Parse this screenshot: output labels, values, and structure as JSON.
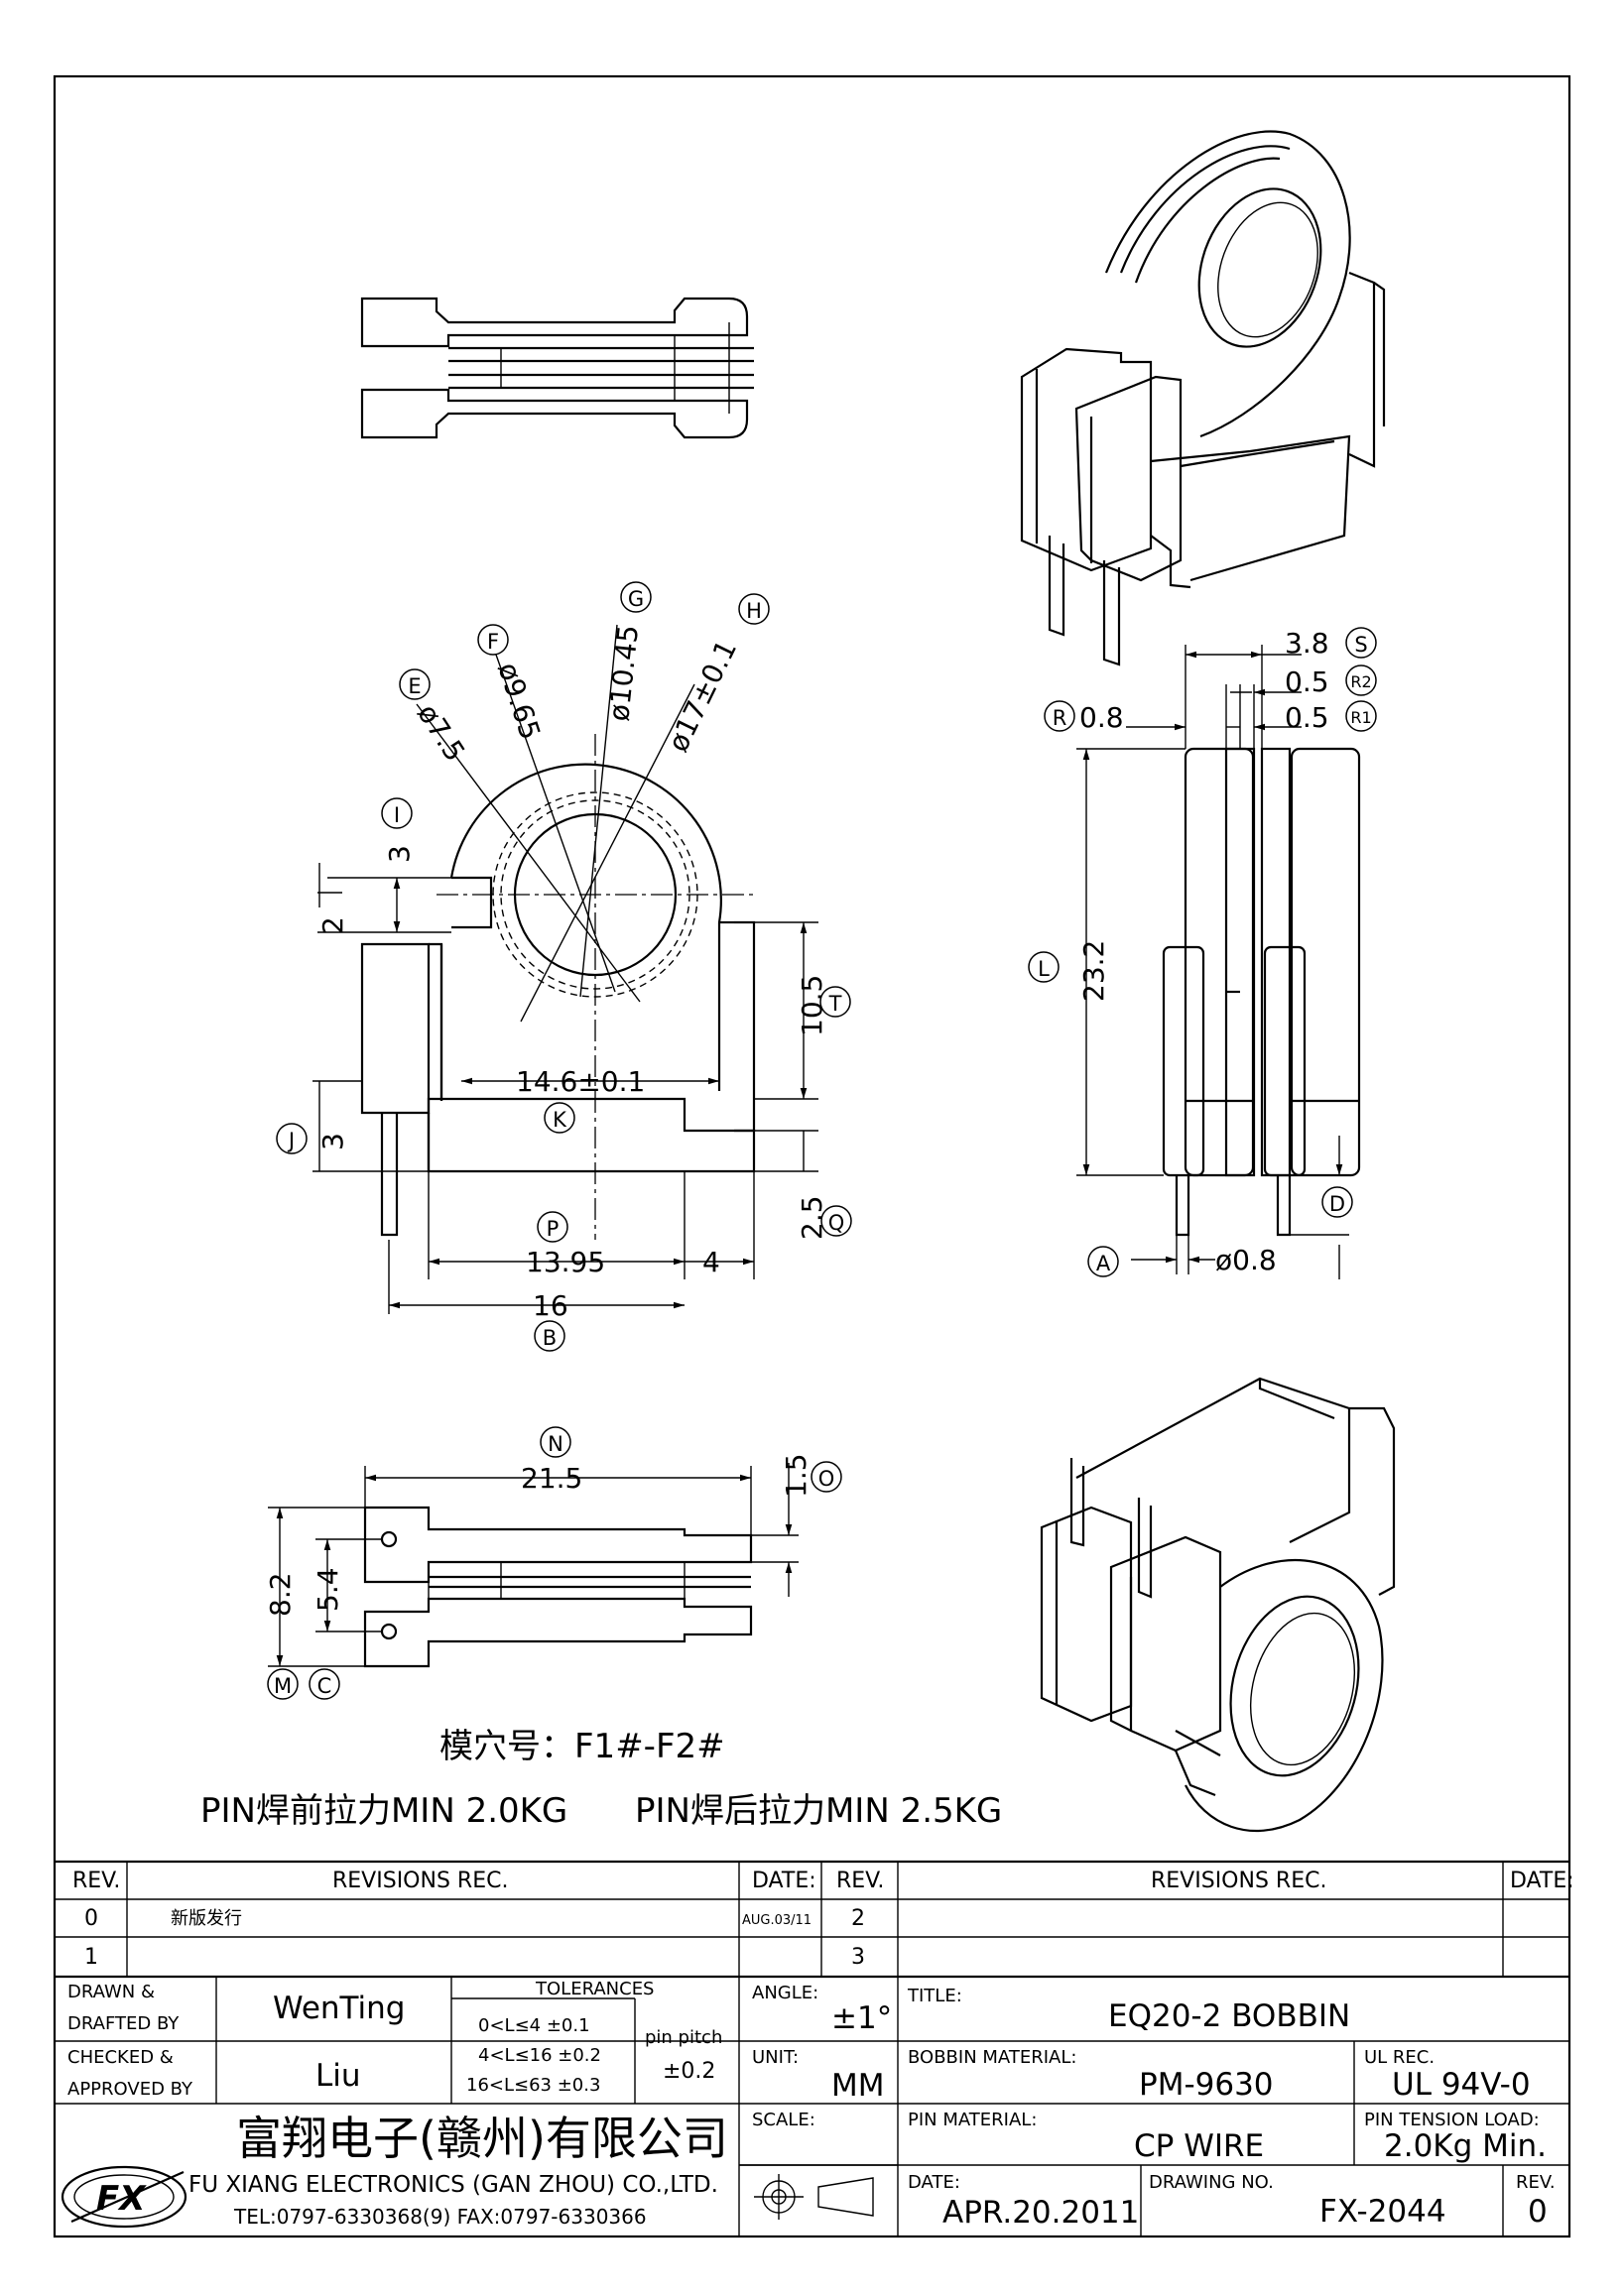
{
  "dimensions": {
    "d_E": "ø7.5",
    "d_F": "ø9.65",
    "d_G": "ø10.45",
    "d_H": "ø17±0.1",
    "d_I": "3",
    "d_I2": "2",
    "d_J": "3",
    "d_K": "14.6±0.1",
    "d_T": "10.5",
    "d_Q": "2.5",
    "d_P": "13.95",
    "d_P2": "4",
    "d_B": "16",
    "d_S": "3.8",
    "d_R2": "0.5",
    "d_R": "0.8",
    "d_R1": "0.5",
    "d_L": "23.2",
    "d_A": "ø0.8",
    "d_N": "21.5",
    "d_O": "1.5",
    "d_M": "8.2",
    "d_C": "5.4"
  },
  "markers": {
    "A": "A",
    "B": "B",
    "C": "C",
    "D": "D",
    "E": "E",
    "F": "F",
    "G": "G",
    "H": "H",
    "I": "I",
    "J": "J",
    "K": "K",
    "L": "L",
    "M": "M",
    "N": "N",
    "O": "O",
    "P": "P",
    "Q": "Q",
    "R": "R",
    "R1": "R1",
    "R2": "R2",
    "S": "S",
    "T": "T"
  },
  "notes": {
    "cavity": "模穴号：F1#-F2#",
    "pin_before": "PIN焊前拉力MIN 2.0KG",
    "pin_after": "PIN焊后拉力MIN 2.5KG"
  },
  "title_block": {
    "rev_header": "REV.",
    "revisions_header": "REVISIONS   REC.",
    "date_header": "DATE:",
    "rev_rows_left": [
      {
        "rev": "0",
        "text": "新版发行",
        "date": "AUG.03/11"
      },
      {
        "rev": "1",
        "text": "",
        "date": ""
      }
    ],
    "rev_rows_right": [
      {
        "rev": "2",
        "text": "",
        "date": ""
      },
      {
        "rev": "3",
        "text": "",
        "date": ""
      }
    ],
    "drawn_label_1": "DRAWN  &",
    "drawn_label_2": "DRAFTED  BY",
    "drawn_by": "WenTing",
    "checked_label_1": "CHECKED  &",
    "checked_label_2": "APPROVED  BY",
    "checked_by": "Liu",
    "tolerances_label": "TOLERANCES",
    "tol_rows": [
      "0<L≤4    ±0.1",
      "4<L≤16  ±0.2",
      "16<L≤63  ±0.3"
    ],
    "pin_pitch_label": "pin  pitch",
    "pin_pitch_value": "±0.2",
    "angle_label": "ANGLE:",
    "angle_value": "±1°",
    "unit_label": "UNIT:",
    "unit_value": "MM",
    "scale_label": "SCALE:",
    "title_label": "TITLE:",
    "title_value": "EQ20-2  BOBBIN",
    "bobbin_material_label": "BOBBIN  MATERIAL:",
    "bobbin_material_value": "PM-9630",
    "ul_label": "UL  REC.",
    "ul_value": "UL  94V-0",
    "pin_material_label": "PIN  MATERIAL:",
    "pin_material_value": "CP  WIRE",
    "pin_tension_label": "PIN  TENSION  LOAD:",
    "pin_tension_value": "2.0Kg  Min.",
    "date_label": "DATE:",
    "date_value": "APR.20.2011",
    "drawing_no_label": "DRAWING  NO.",
    "drawing_no_value": "FX-2044",
    "rev_label": "REV.",
    "rev_value": "0",
    "company_cn": "富翔电子(赣州)有限公司",
    "company_en": "FU  XIANG  ELECTRONICS  (GAN  ZHOU)  CO.,LTD.",
    "company_tel": "TEL:0797-6330368(9)   FAX:0797-6330366",
    "logo_text": "FX"
  }
}
